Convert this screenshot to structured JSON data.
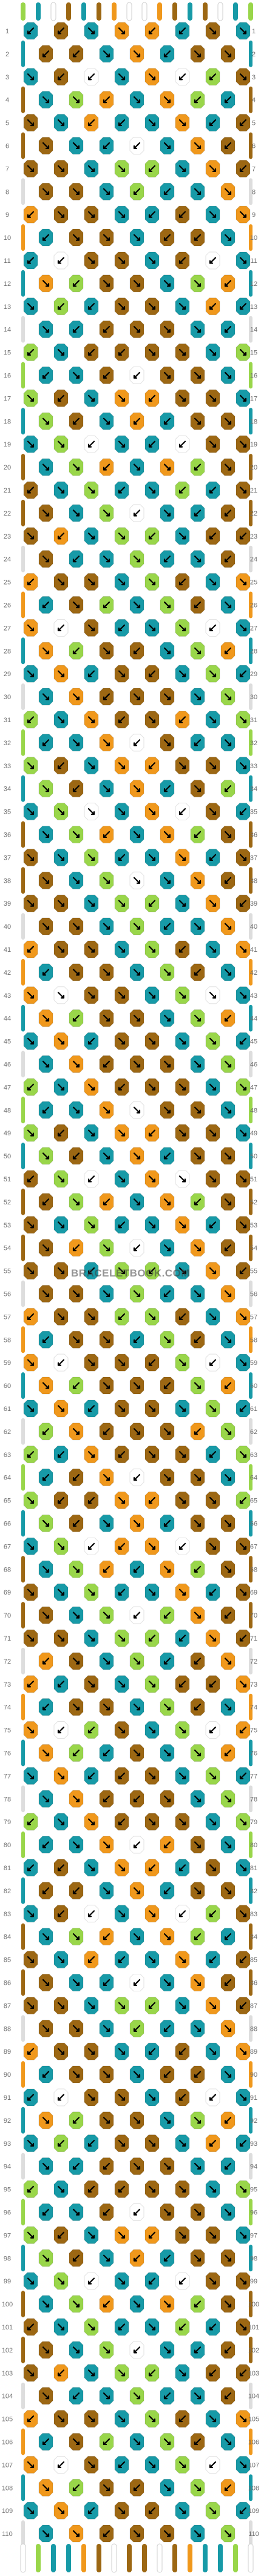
{
  "pattern": {
    "strand_count": 16,
    "row_count": 110,
    "colors": {
      "teal": "#179aa7",
      "orange": "#f0981c",
      "brown": "#9c6713",
      "blue": "#6c7ff0",
      "lime": "#99d64a",
      "white": "#ffffff"
    },
    "strand_order_top": [
      "lime",
      "teal",
      "white",
      "brown",
      "teal",
      "brown",
      "orange",
      "white",
      "white",
      "orange",
      "brown",
      "teal",
      "brown",
      "white",
      "teal",
      "lime"
    ],
    "row_labels": [
      "1",
      "2",
      "3",
      "4",
      "5",
      "6",
      "7",
      "8",
      "9",
      "10",
      "11",
      "12",
      "13",
      "14",
      "15",
      "16",
      "17",
      "18",
      "19",
      "20",
      "21",
      "22",
      "23",
      "24",
      "25",
      "26",
      "27",
      "28",
      "29",
      "30",
      "31",
      "32",
      "33",
      "34",
      "35",
      "36",
      "37",
      "38",
      "39",
      "40",
      "41",
      "42",
      "43",
      "44",
      "45",
      "46",
      "47",
      "48",
      "49",
      "50",
      "51",
      "52",
      "53",
      "54",
      "55",
      "56",
      "57",
      "58",
      "59",
      "60",
      "61",
      "62",
      "63",
      "64",
      "65",
      "66",
      "67",
      "68",
      "69",
      "70",
      "71",
      "72",
      "73",
      "74",
      "75",
      "76",
      "77",
      "78",
      "79",
      "80",
      "81",
      "82",
      "83",
      "84",
      "85",
      "86",
      "87",
      "88",
      "89",
      "90",
      "91",
      "92",
      "93",
      "94",
      "95",
      "96",
      "97",
      "98",
      "99",
      "100",
      "101",
      "102",
      "103",
      "104",
      "105",
      "106",
      "107",
      "108",
      "109",
      "110"
    ]
  },
  "watermark": "BRACELETBOOK.COM"
}
